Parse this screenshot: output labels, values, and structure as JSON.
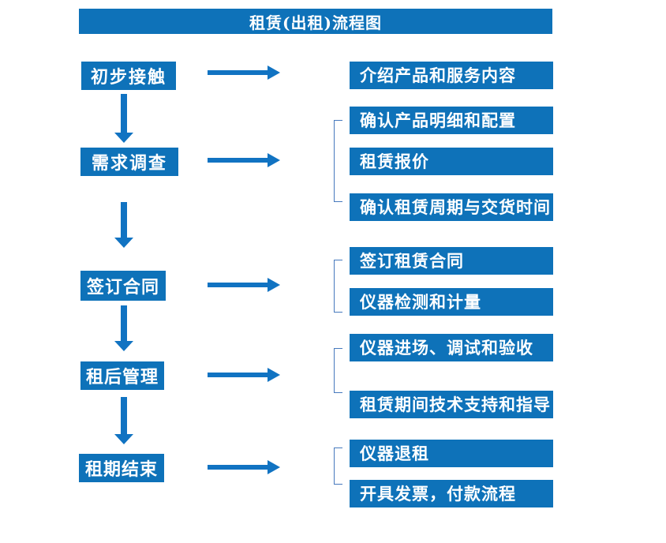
{
  "title": "租赁(出租)流程图",
  "colors": {
    "box_blue": "#0e72b9",
    "arrow_blue": "#1173c2",
    "bracket_blue": "#4679bd",
    "text_white": "#ffffff",
    "background": "#ffffff"
  },
  "steps": [
    {
      "label": "初步接触",
      "outputs": [
        "介绍产品和服务内容"
      ]
    },
    {
      "label": "需求调查",
      "outputs": [
        "确认产品明细和配置",
        "租赁报价",
        "确认租赁周期与交货时间"
      ]
    },
    {
      "label": "签订合同",
      "outputs": [
        "签订租赁合同",
        "仪器检测和计量"
      ]
    },
    {
      "label": "租后管理",
      "outputs": [
        "仪器进场、调试和验收",
        "租赁期间技术支持和指导"
      ]
    },
    {
      "label": "租期结束",
      "outputs": [
        "仪器退租",
        "开具发票，付款流程"
      ]
    }
  ]
}
